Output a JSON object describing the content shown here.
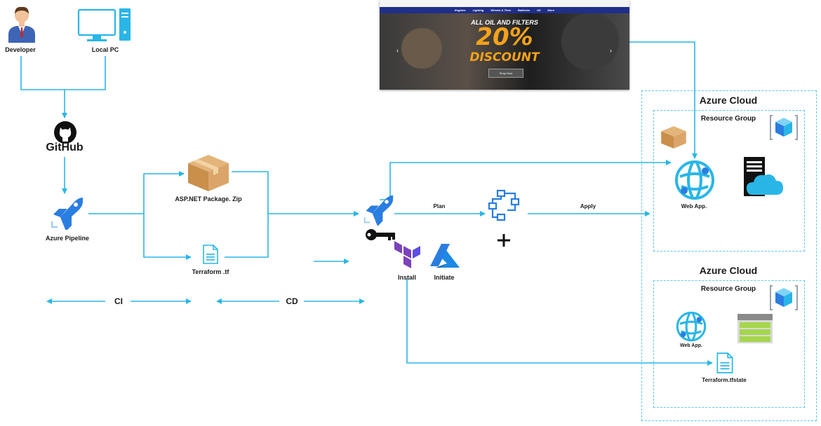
{
  "nodes": {
    "developer": "Developer",
    "local_pc": "Local PC",
    "github": "GitHub",
    "azure_pipeline": "Azure Pipeline",
    "asp_package": "ASP.NET Package. Zip",
    "terraform_tf": "Terraform .tf",
    "install": "Install",
    "initiate": "Initiate",
    "web_app_1": "Web App.",
    "web_app_2": "Web App.",
    "terraform_tfstate": "Terraform.tfstate"
  },
  "edges": {
    "plan": "Plan",
    "apply": "Apply"
  },
  "stages": {
    "ci": "CI",
    "cd": "CD"
  },
  "cloud_1": {
    "title": "Azure Cloud",
    "group": "Resource Group"
  },
  "cloud_2": {
    "title": "Azure Cloud",
    "group": "Resource Group"
  },
  "website": {
    "nav_items": [
      "Engines",
      "Lighting",
      "Wheels & Tires",
      "Batteries",
      "Oil",
      "More"
    ],
    "headline": "ALL OIL AND FILTERS",
    "percent": "20%",
    "discount": "DISCOUNT",
    "button": "Shop Now"
  },
  "colors": {
    "connector": "#29b6e6",
    "accent": "#2a7de1",
    "terraform": "#7b42bc"
  }
}
